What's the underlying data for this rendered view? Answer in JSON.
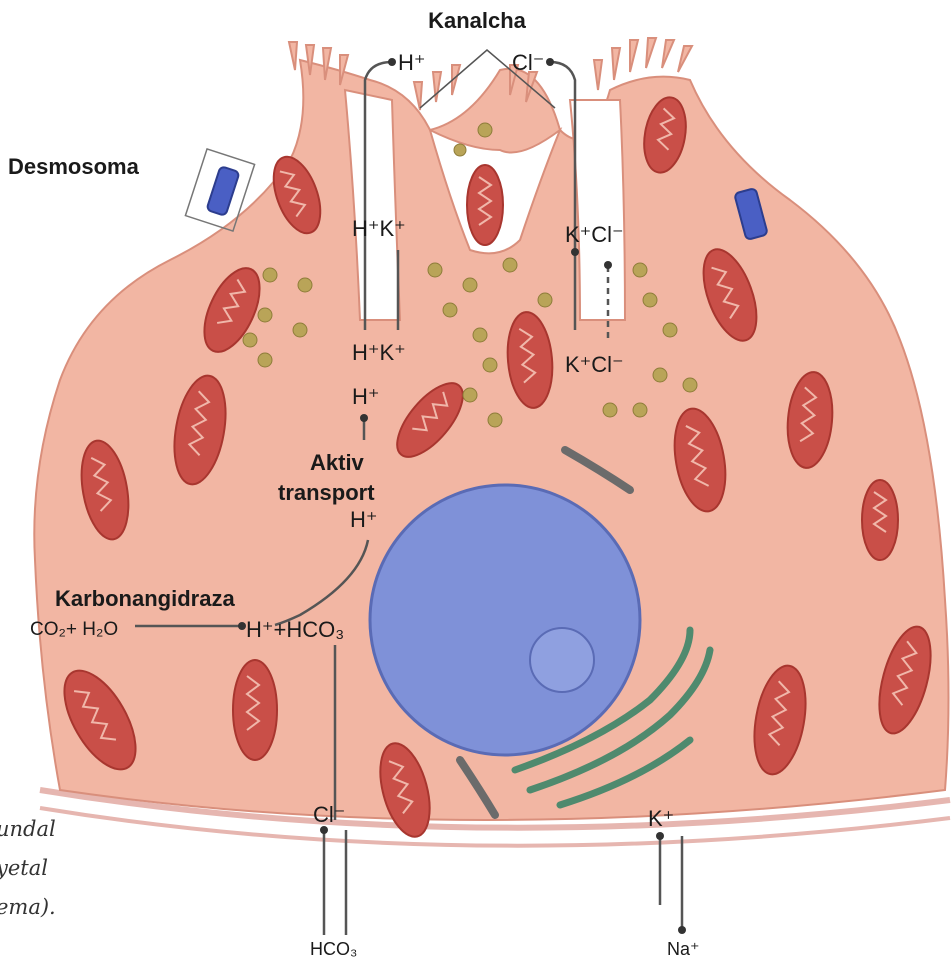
{
  "labels": {
    "kanalcha": "Kanalcha",
    "desmosoma": "Desmosoma",
    "h_top": "H⁺",
    "cl_top": "Cl⁻",
    "hk_upper": "H⁺K⁺",
    "kcl_upper": "K⁺Cl⁻",
    "hk_lower": "H⁺K⁺",
    "kcl_lower": "K⁺Cl⁻",
    "h_mid": "H⁺",
    "aktiv": "Aktiv",
    "transport": "transport",
    "h_after": "H⁺",
    "karbonangidraza": "Karbonangidraza",
    "co2_h2o": "CO₂+ H₂O",
    "h_hco3": "H⁺+HCO₃",
    "cl_bottom": "Cl⁻",
    "hco3_bottom": "HCO₃",
    "k_bottom": "K⁺",
    "na_bottom": "Na⁺"
  },
  "caption": [
    "undal",
    "yetal",
    "ema)."
  ],
  "colors": {
    "cytoplasm": "#f2b6a3",
    "mitochondria": "#c94f48",
    "nucleus": "#7f91d8",
    "granules": "#b9a458",
    "golgi": "#4f8a6e",
    "desmosome": "#4a5fc4"
  }
}
